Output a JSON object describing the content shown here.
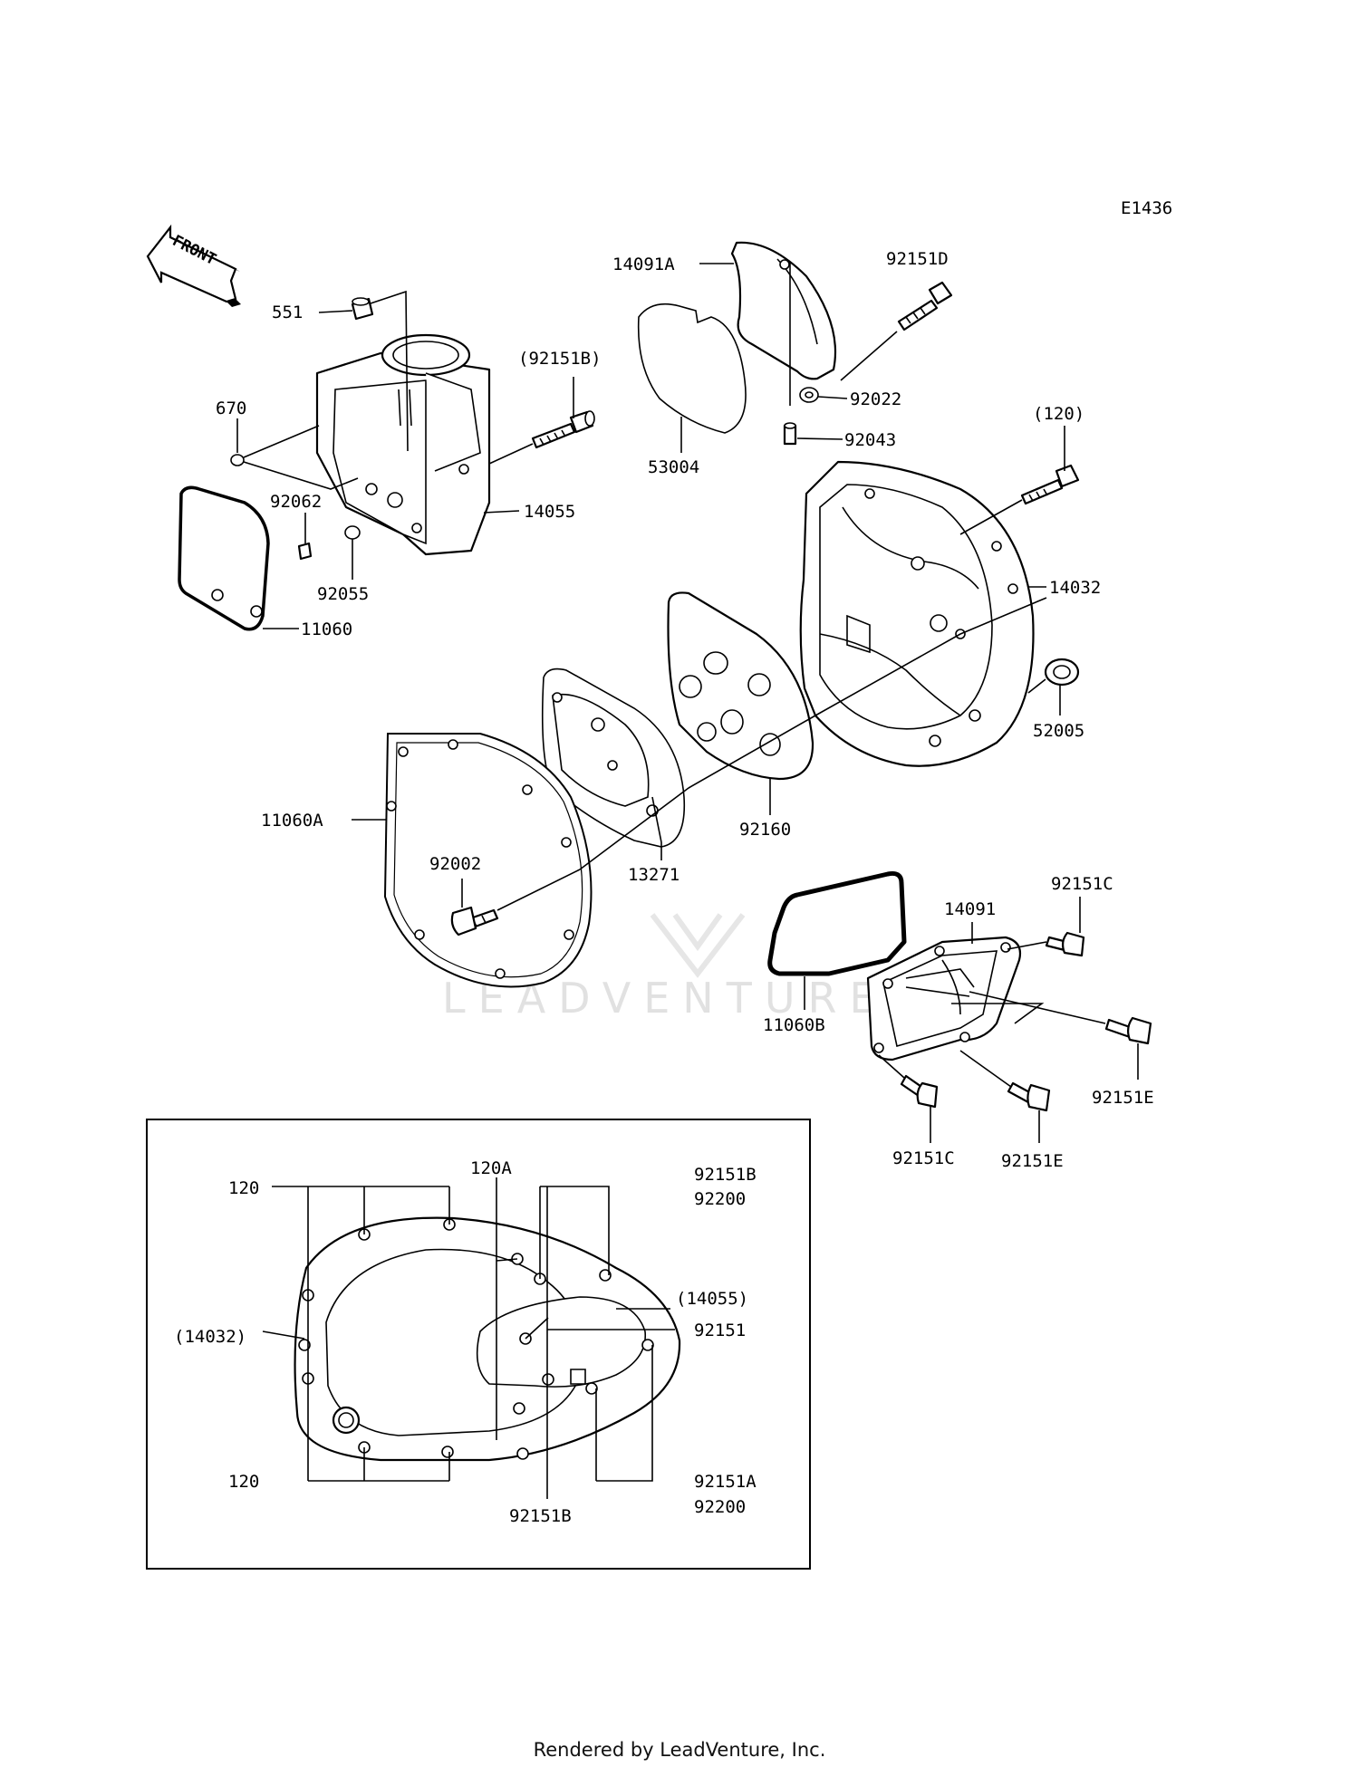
{
  "diagram": {
    "code": "E1436",
    "front_label": "FRONT",
    "watermark": "LEADVENTURE",
    "labels": {
      "l551": "551",
      "l670": "670",
      "l92062": "92062",
      "l92055": "92055",
      "l11060": "11060",
      "l14055": "14055",
      "l92151B_p": "(92151B)",
      "l14091A": "14091A",
      "l53004": "53004",
      "l92151D": "92151D",
      "l92022": "92022",
      "l92043": "92043",
      "l120_p": "(120)",
      "l14032": "14032",
      "l52005": "52005",
      "l11060A": "11060A",
      "l92002": "92002",
      "l13271": "13271",
      "l92160": "92160",
      "l14091": "14091",
      "l92151C_a": "92151C",
      "l11060B": "11060B",
      "l92151E_a": "92151E",
      "l92151C_b": "92151C",
      "l92151E_b": "92151E"
    },
    "inset": {
      "l120_top": "120",
      "l120A": "120A",
      "l92151B_top": "92151B",
      "l92200_top": "92200",
      "l14055_p": "(14055)",
      "l14032_p": "(14032)",
      "l92151": "92151",
      "l120_bot": "120",
      "l92151A": "92151A",
      "l92200_bot": "92200",
      "l92151B_bot": "92151B"
    }
  },
  "footer": "Rendered by LeadVenture, Inc."
}
